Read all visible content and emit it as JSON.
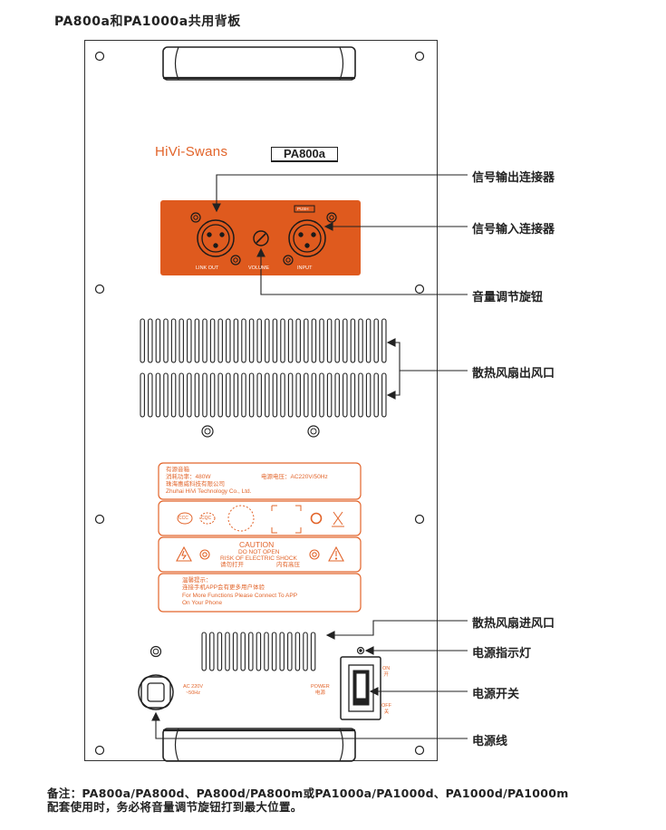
{
  "title": "PA800a和PA1000a共用背板",
  "brand": "HiVi-Swans",
  "model": "PA800a",
  "plate": {
    "link_out": "LINK OUT",
    "volume": "VOLUME",
    "input": "INPUT",
    "push": "PUSH"
  },
  "info": {
    "line1": "有源音箱",
    "line2_left": "消耗功率：480W",
    "line2_right": "电源电压：AC220V/50Hz",
    "line3": "珠海惠威科技有限公司",
    "line4": "Zhuhai HiVi Technology Co., Ltd."
  },
  "certs": {
    "ccc": "CCC",
    "cqc": "CQC"
  },
  "caution": {
    "title": "CAUTION",
    "l1": "DO NOT OPEN",
    "l2": "RISK OF ELECTRIC SHOCK",
    "l3_left": "请勿打开",
    "l3_right": "内有高压"
  },
  "tips": {
    "l1": "温馨提示：",
    "l2": "连接手机APP会有更多用户体验",
    "l3": "For More Functions Please Connect To APP",
    "l4": "On Your Phone"
  },
  "power_in": {
    "l1": "AC 220V",
    "l2": "~50Hz"
  },
  "power_switch": {
    "power": "POWER",
    "power_cn": "电源",
    "on": "ON",
    "on_cn": "开",
    "off": "OFF",
    "off_cn": "关"
  },
  "callouts": {
    "signal_out": "信号输出连接器",
    "signal_in": "信号输入连接器",
    "volume_knob": "音量调节旋钮",
    "fan_out": "散热风扇出风口",
    "fan_in": "散热风扇进风口",
    "power_led": "电源指示灯",
    "power_switch": "电源开关",
    "power_cord": "电源线"
  },
  "footnote": {
    "line1": "备注：PA800a/PA800d、PA800d/PA800m或PA1000a/PA1000d、PA1000d/PA1000m",
    "line2": "配套使用时，务必将音量调节旋钮打到最大位置。"
  }
}
